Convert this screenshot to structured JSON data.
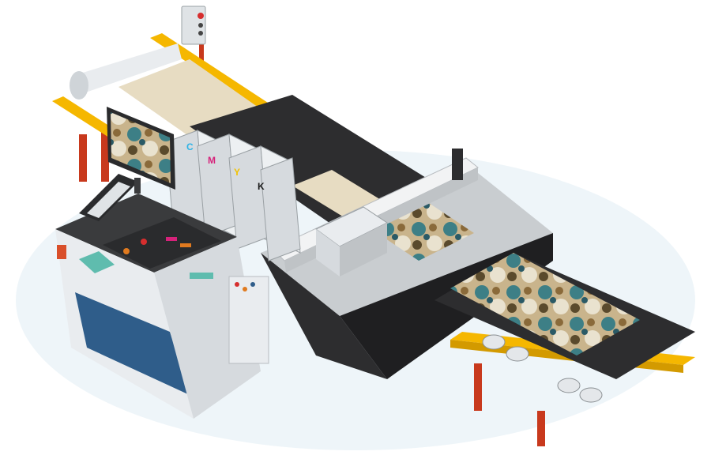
{
  "illustration": {
    "subject": "isometric-flatbed-uv-printer",
    "ink_cartridges": [
      {
        "letter": "C",
        "color": "#2fb3e6"
      },
      {
        "letter": "M",
        "color": "#d6227a"
      },
      {
        "letter": "Y",
        "color": "#f2c200"
      },
      {
        "letter": "K",
        "color": "#1b1b1b"
      }
    ],
    "palette": {
      "backdrop": "#eef5f9",
      "frame_yellow": "#f5b700",
      "leg_red": "#c8391d",
      "machine_dark": "#2d2d2f",
      "machine_gray": "#bfc3c6",
      "console_blue": "#2f5d8a",
      "media_beige": "#e7dcc2",
      "print_teal": "#3d7f86"
    }
  }
}
